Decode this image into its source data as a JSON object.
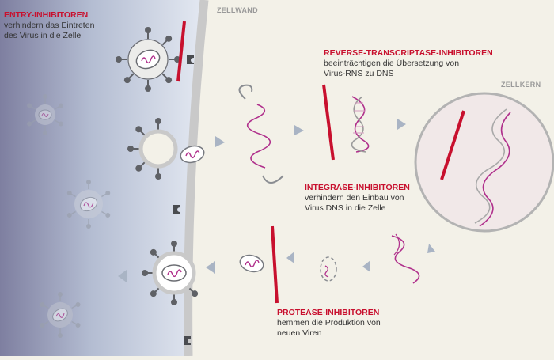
{
  "regions": {
    "cell_wall": "ZELLWAND",
    "nucleus": "ZELLKERN"
  },
  "inhibitors": {
    "entry": {
      "title": "ENTRY-INHIBITOREN",
      "line1": "verhindern das Eintreten",
      "line2": "des Virus in die Zelle"
    },
    "reverse_transcriptase": {
      "title": "REVERSE-TRANSCRIPTASE-INHIBITOREN",
      "line1": "beeinträchtigen die Übersetzung von",
      "line2": "Virus-RNS zu DNS"
    },
    "integrase": {
      "title": "INTEGRASE-INHIBITOREN",
      "line1": "verhindern den Einbau von",
      "line2": "Virus DNS in die Zelle"
    },
    "protease": {
      "title": "PROTEASE-INHIBITOREN",
      "line1": "hemmen die Produktion von",
      "line2": "neuen Viren"
    }
  },
  "colors": {
    "inhibitor_bar": "#c8102e",
    "rna_strand": "#b0308c",
    "dna_gray": "#9a9a9a",
    "cell_wall": "#c9c9c9",
    "cytoplasm": "#f3f1e8",
    "outside_dark": "#7e7fa0",
    "outside_light": "#e4e9f2"
  }
}
